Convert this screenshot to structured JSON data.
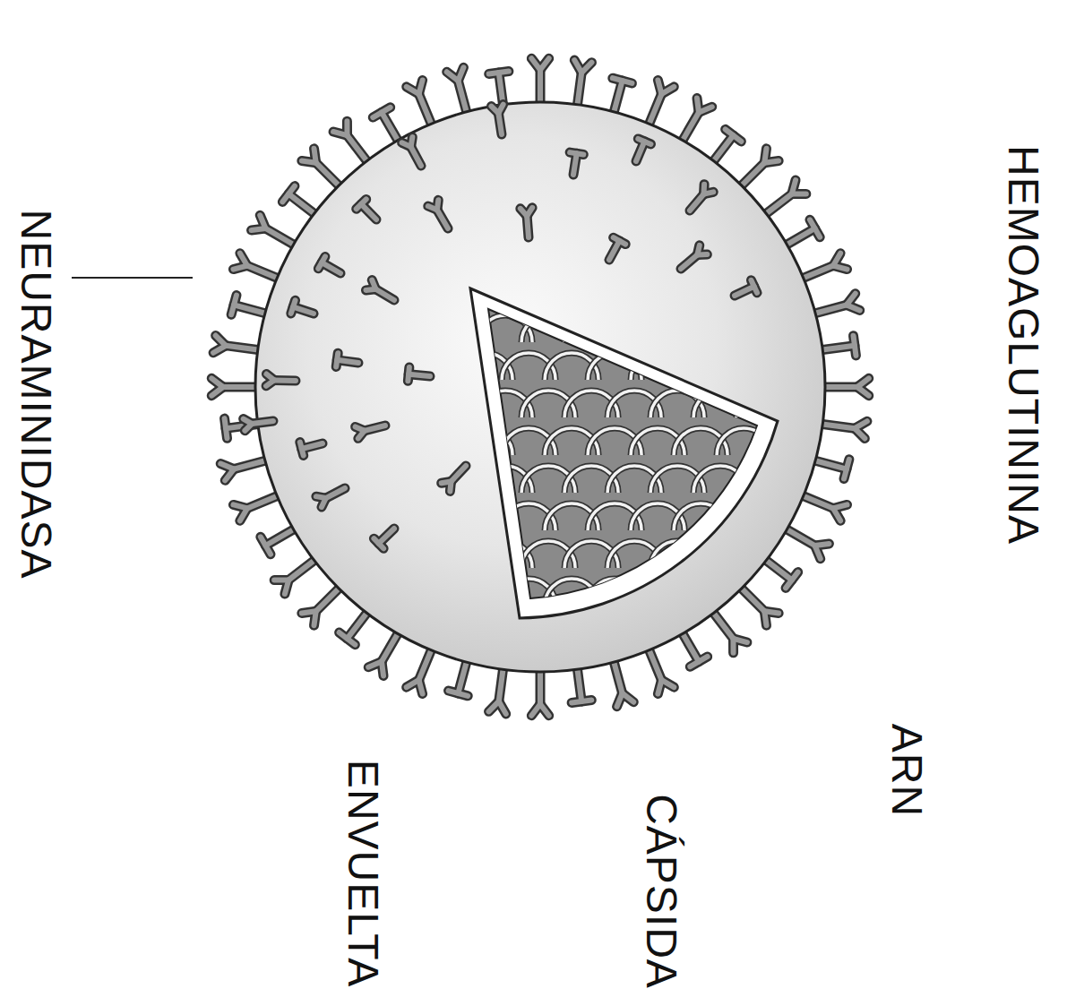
{
  "diagram": {
    "labels": [
      "HEMOAGLUTININA",
      "ARN",
      "CÁPSIDA",
      "ENVUELTA",
      "NEURAMINIDASA"
    ]
  }
}
